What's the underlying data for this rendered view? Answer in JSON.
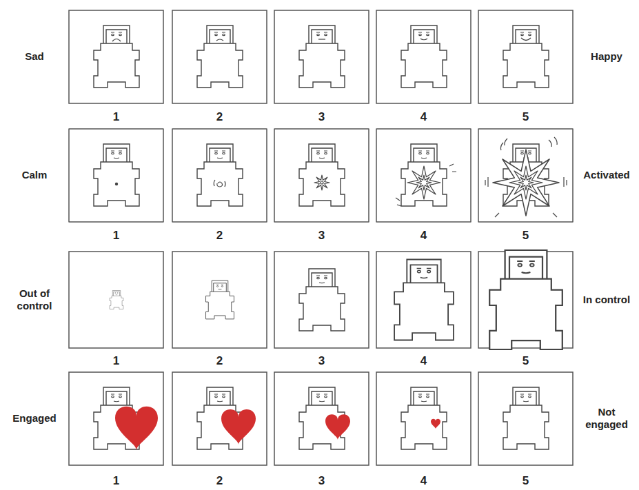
{
  "diagram": {
    "labels": [
      "Sad",
      "Happy",
      "1",
      "2",
      "3",
      "4",
      "5",
      "Calm",
      "Activated",
      "1",
      "2",
      "3",
      "4",
      "5",
      "Out of control",
      "In control",
      "1",
      "2",
      "3",
      "4",
      "5",
      "Engaged",
      "Not engaged",
      "1",
      "2",
      "3",
      "4",
      "5"
    ]
  }
}
